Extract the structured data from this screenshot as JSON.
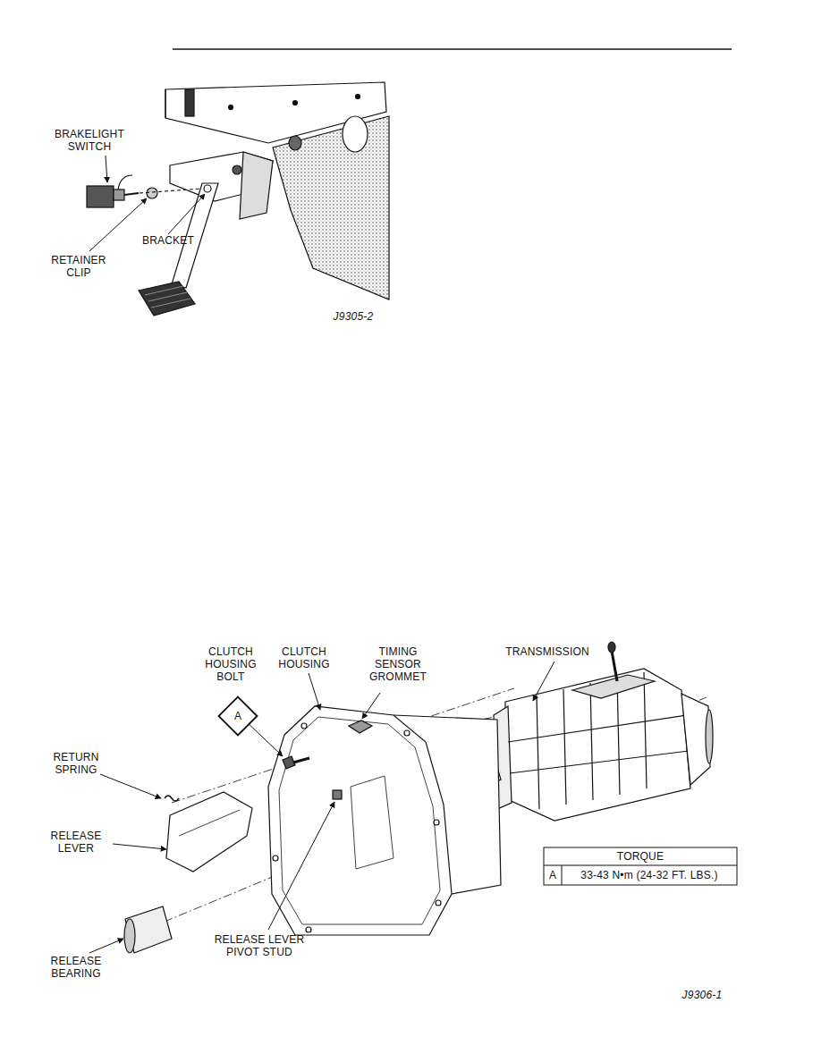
{
  "diagram": {
    "nodes": [
      {
        "text": [
          "A"
        ]
      }
    ],
    "labels": [
      "BRAKELIGHT SWITCH",
      "RETAINER CLIP",
      "BRACKET",
      "J9305-2",
      "CLUTCH HOUSING BOLT",
      "CLUTCH HOUSING",
      "TIMING SENSOR GROMMET",
      "TRANSMISSION",
      "RETURN SPRING",
      "RELEASE LEVER",
      "RELEASE BEARING",
      "RELEASE LEVER PIVOT STUD",
      "TORQUE",
      "A",
      "33-43 N•m (24-32 FT. LBS.)",
      "J9306-1"
    ]
  }
}
